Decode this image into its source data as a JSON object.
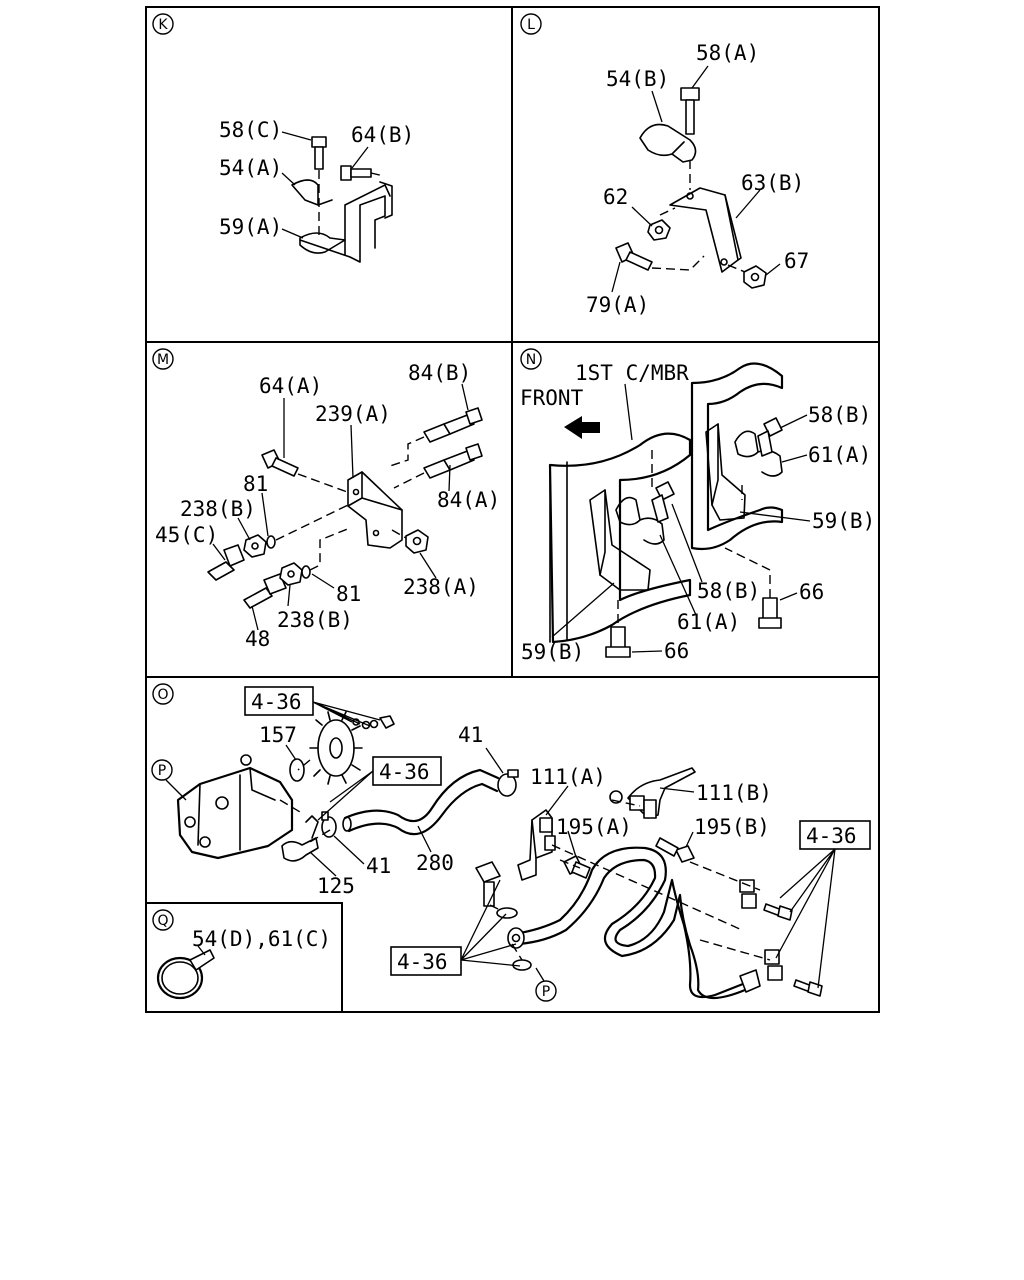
{
  "panels": {
    "K": {
      "id": "K",
      "labels": [
        "58(C)",
        "64(B)",
        "54(A)",
        "59(A)"
      ]
    },
    "L": {
      "id": "L",
      "labels": [
        "58(A)",
        "54(B)",
        "63(B)",
        "62",
        "67",
        "79(A)"
      ]
    },
    "M": {
      "id": "M",
      "labels": [
        "64(A)",
        "84(B)",
        "239(A)",
        "81",
        "238(B)",
        "84(A)",
        "45(C)",
        "238(A)",
        "81",
        "238(B)",
        "48"
      ]
    },
    "N": {
      "id": "N",
      "labels": [
        "1ST C/MBR",
        "FRONT",
        "58(B)",
        "61(A)",
        "59(B)",
        "58(B)",
        "66",
        "61(A)",
        "59(B)",
        "66"
      ]
    },
    "O": {
      "id": "O",
      "sub_ref": "P",
      "labels": [
        "157",
        "41",
        "111(A)",
        "111(B)",
        "195(A)",
        "195(B)",
        "125",
        "41",
        "280",
        "P"
      ],
      "ref_boxes": [
        "4-36",
        "4-36",
        "4-36",
        "4-36"
      ]
    },
    "Q": {
      "id": "Q",
      "labels": [
        "54(D),61(C)"
      ]
    }
  }
}
